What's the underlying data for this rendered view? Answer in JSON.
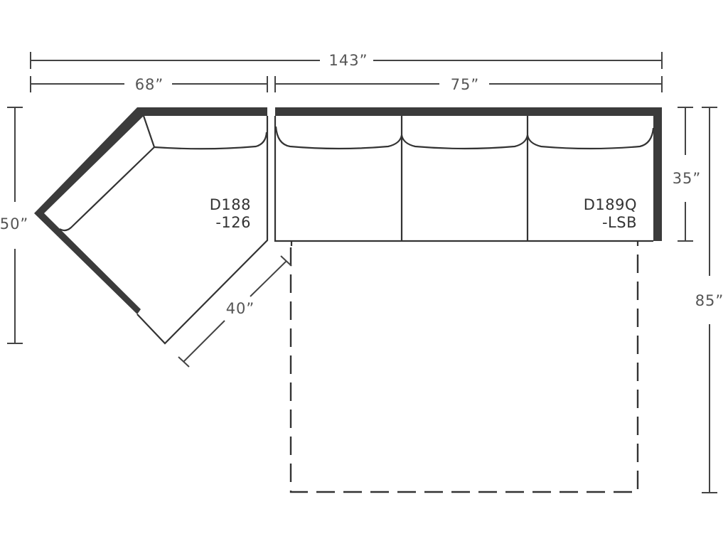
{
  "diagram": {
    "type": "sectional-sofa-dimension-drawing",
    "dimensions": {
      "overall_width": "143”",
      "left_section_width": "68”",
      "right_section_width": "75”",
      "left_depth": "50”",
      "seat_depth": "35”",
      "chaise_depth": "85”",
      "angled_side": "40”"
    },
    "pieces": [
      {
        "id": "left-wedge",
        "label_line1": "D188",
        "label_line2": "-126"
      },
      {
        "id": "right-sofa",
        "label_line1": "D189Q",
        "label_line2": "-LSB"
      }
    ],
    "chaise_outline": "dashed",
    "colors": {
      "line": "#333333",
      "back_frame": "#3b3b3b",
      "dimension_text": "#555555",
      "background": "#ffffff"
    }
  }
}
